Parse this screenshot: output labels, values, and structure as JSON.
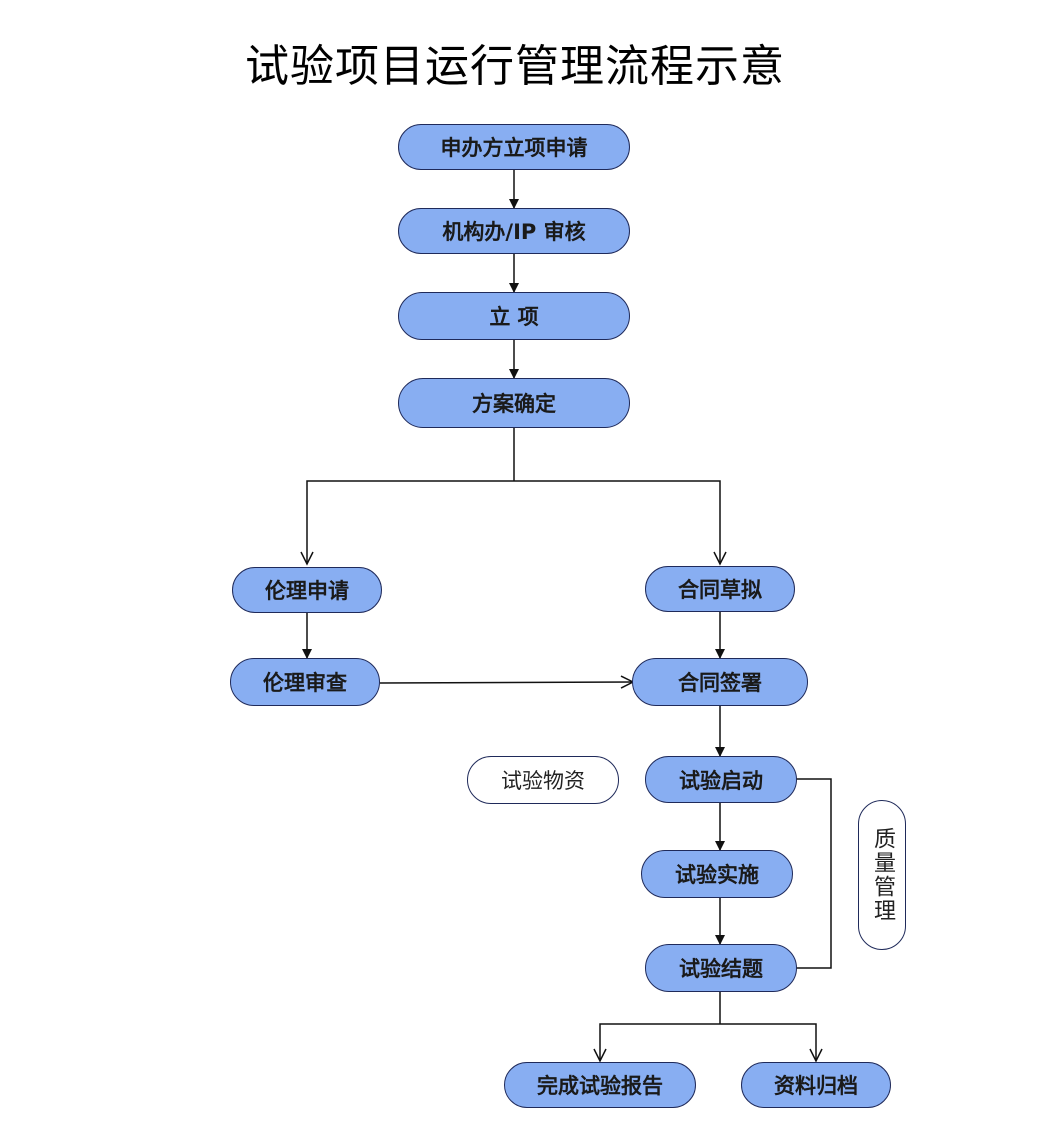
{
  "title": "试验项目运行管理流程示意",
  "nodes": {
    "sponsor_apply": "申办方立项申请",
    "institution_review": "机构办/IP 审核",
    "project_setup": "立 项",
    "plan_confirm": "方案确定",
    "ethics_apply": "伦理申请",
    "ethics_review": "伦理审查",
    "contract_draft": "合同草拟",
    "contract_sign": "合同签署",
    "trial_start": "试验启动",
    "trial_implement": "试验实施",
    "trial_close": "试验结题",
    "final_report": "完成试验报告",
    "archive": "资料归档",
    "trial_supplies": "试验物资",
    "quality_mgmt": "质量管理"
  },
  "colors": {
    "node_fill": "#88aef2",
    "node_border": "#1f2a5a",
    "line": "#111111"
  }
}
